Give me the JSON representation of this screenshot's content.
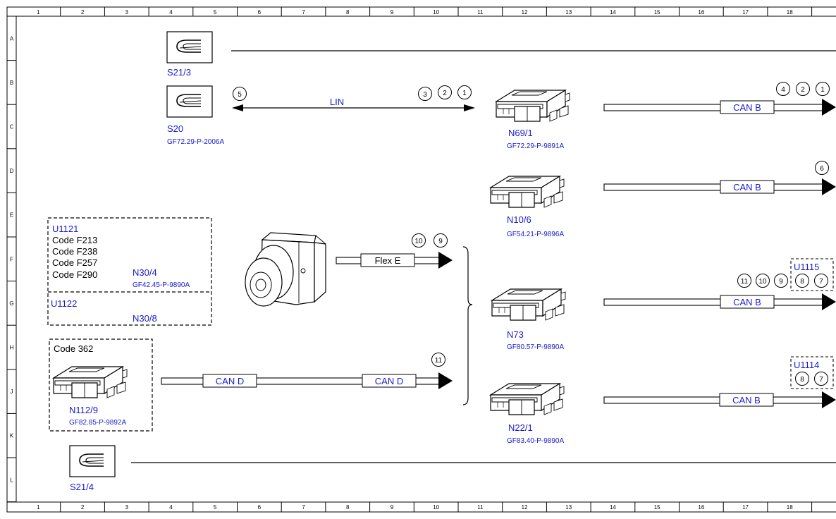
{
  "colors": {
    "label_blue": "#1a1ad2",
    "line_black": "#000000",
    "background": "#ffffff"
  },
  "grid": {
    "columns": [
      "1",
      "2",
      "3",
      "4",
      "5",
      "6",
      "7",
      "8",
      "9",
      "10",
      "11",
      "12",
      "13",
      "14",
      "15",
      "16",
      "17",
      "18"
    ],
    "rows": [
      "A",
      "B",
      "C",
      "D",
      "E",
      "F",
      "G",
      "H",
      "J",
      "K",
      "L"
    ]
  },
  "components": {
    "s21_3": {
      "label": "S21/3",
      "icon": "switch-symbol-icon"
    },
    "s20": {
      "label": "S20",
      "ref": "GF72.29-P-2006A",
      "icon": "switch-symbol-icon"
    },
    "s21_4": {
      "label": "S21/4",
      "icon": "switch-symbol-icon"
    },
    "n69_1": {
      "label": "N69/1",
      "ref": "GF72.29-P-9891A",
      "icon": "control-unit-icon"
    },
    "n10_6": {
      "label": "N10/6",
      "ref": "GF54.21-P-9896A",
      "icon": "control-unit-icon"
    },
    "n73": {
      "label": "N73",
      "ref": "GF80.57-P-9890A",
      "icon": "control-unit-icon"
    },
    "n22_1": {
      "label": "N22/1",
      "ref": "GF83.40-P-9890A",
      "icon": "control-unit-icon"
    },
    "n30_4": {
      "label": "N30/4",
      "ref": "GF42.45-P-9890A"
    },
    "n30_8": {
      "label": "N30/8"
    },
    "n112_9": {
      "label": "N112/9",
      "ref": "GF82.85-P-9892A",
      "icon": "control-unit-icon"
    },
    "abs_unit": {
      "icon": "hydraulic-unit-icon"
    }
  },
  "variant_boxes": {
    "u1121": {
      "title": "U1121",
      "codes": [
        "Code F213",
        "Code F238",
        "Code F257",
        "Code F290"
      ]
    },
    "u1122": {
      "title": "U1122"
    },
    "code362": {
      "title": "Code 362"
    },
    "u1115": {
      "title": "U1115",
      "bullets": [
        "8",
        "7"
      ]
    },
    "u1114": {
      "title": "U1114",
      "bullets": [
        "8",
        "7"
      ]
    }
  },
  "buses": {
    "lin": {
      "label": "LIN",
      "bullets_left": [
        "5"
      ],
      "bullets_right": [
        "3",
        "2",
        "1"
      ]
    },
    "n69_can": {
      "label": "CAN B",
      "bullets": [
        "4",
        "2",
        "1"
      ]
    },
    "n10_can": {
      "label": "CAN B",
      "bullets": [
        "6"
      ]
    },
    "flex": {
      "label": "Flex E",
      "bullets": [
        "10",
        "9"
      ]
    },
    "n73_can": {
      "label": "CAN B",
      "bullets": [
        "11",
        "10",
        "9"
      ]
    },
    "n22_can": {
      "label": "CAN B"
    },
    "can_d": {
      "label_left": "CAN D",
      "label_right": "CAN D",
      "bullets": [
        "11"
      ]
    }
  }
}
